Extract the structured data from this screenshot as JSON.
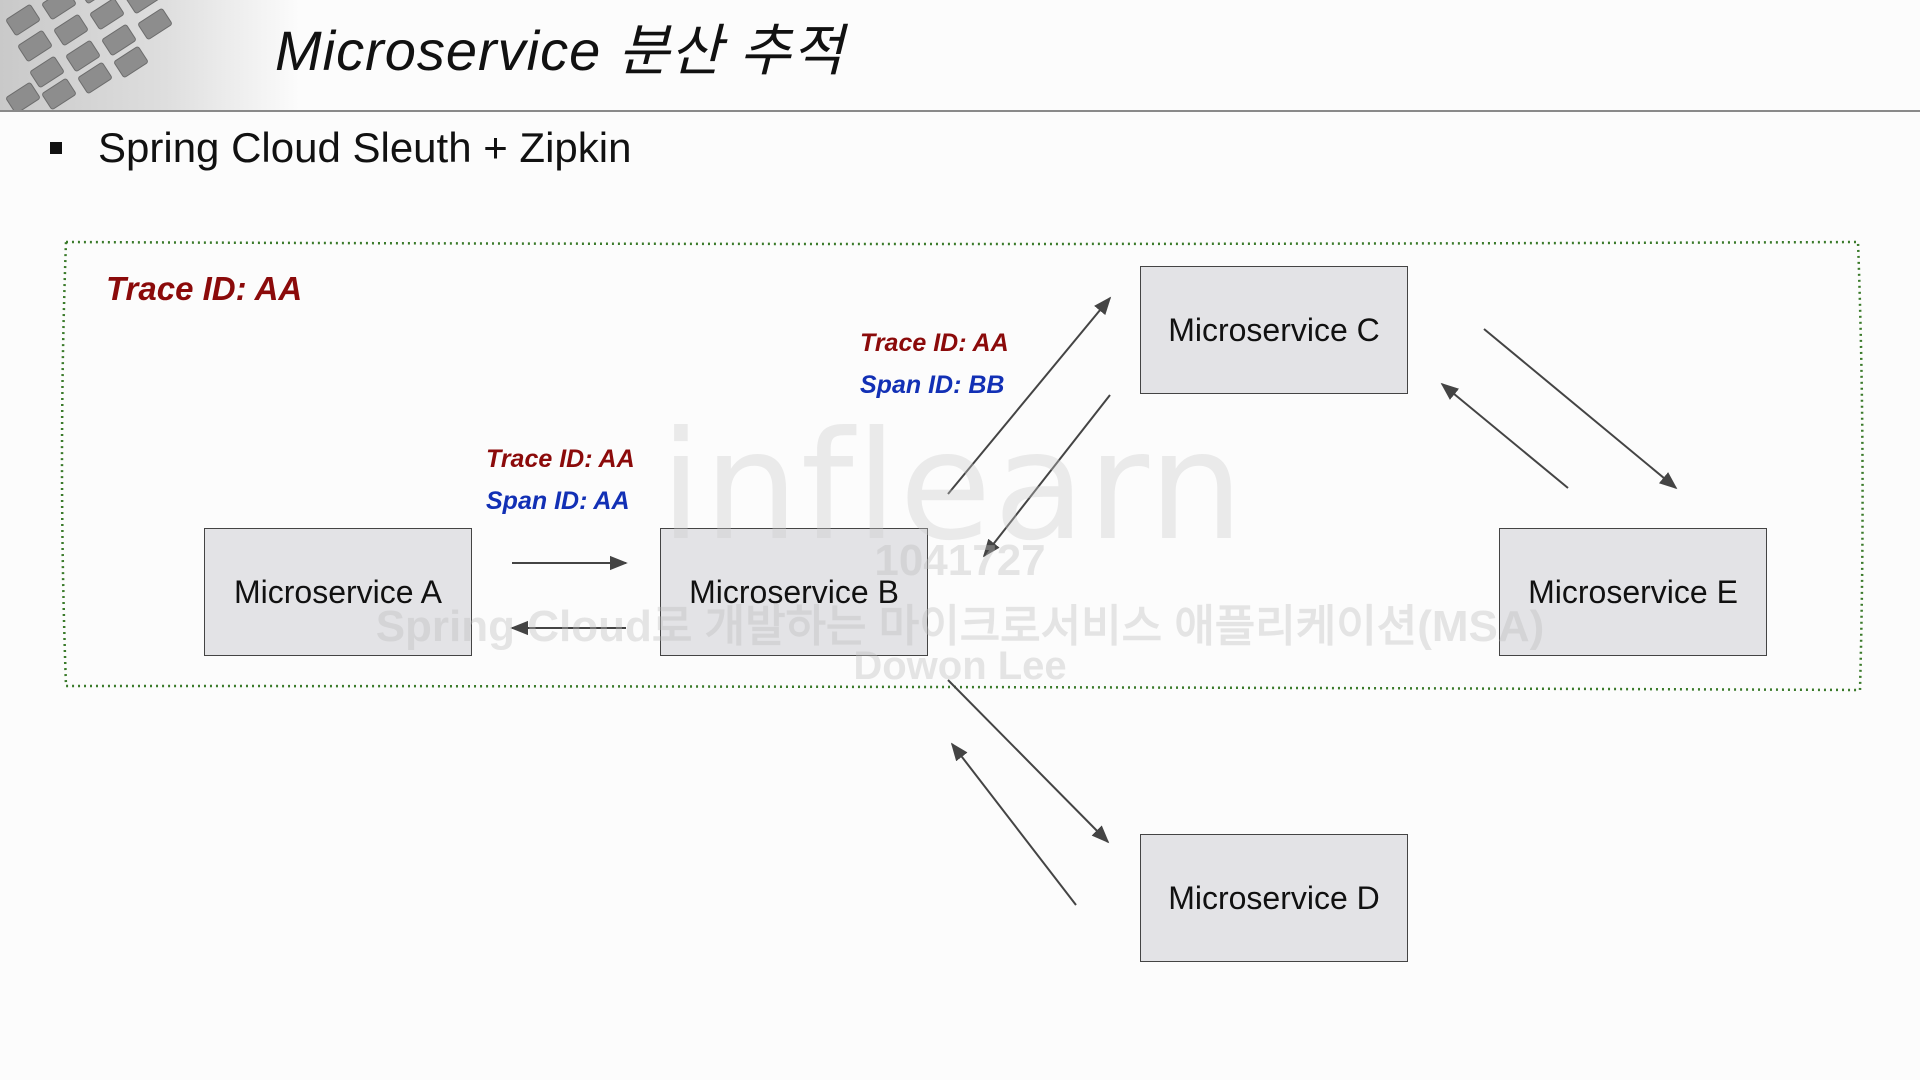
{
  "slide": {
    "title": "Microservice 분산 추적",
    "bullet": "Spring Cloud Sleuth + Zipkin"
  },
  "diagram": {
    "group_label": "Trace ID: AA",
    "services": {
      "a": "Microservice A",
      "b": "Microservice B",
      "c": "Microservice C",
      "d": "Microservice D",
      "e": "Microservice E"
    },
    "ab_trace": "Trace ID: AA",
    "ab_span": "Span ID: AA",
    "bc_trace": "Trace ID: AA",
    "bc_span": "Span ID: BB"
  },
  "watermark": {
    "logo": "inflearn",
    "id": "1041727",
    "course": "Spring Cloud로 개발하는 마이크로서비스 애플리케이션(MSA)",
    "author": "Dowon Lee"
  },
  "colors": {
    "trace_red": "#8b0a0a",
    "span_blue": "#1230b5",
    "group_border_green": "#3a7a2a",
    "box_fill": "#e3e3e6"
  }
}
